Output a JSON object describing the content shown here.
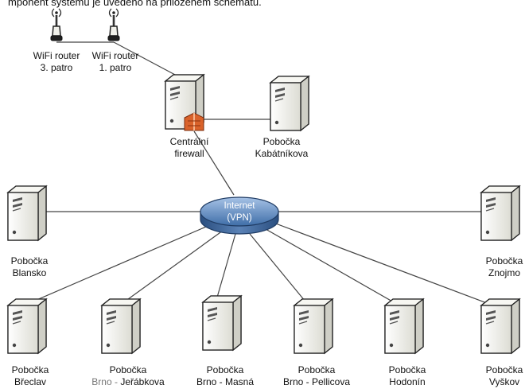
{
  "caption": "mponent systému je uvedeno na přiloženém schématu.",
  "nodes": {
    "wifi_router_3": {
      "line1": "WiFi router",
      "line2": "3. patro"
    },
    "wifi_router_1": {
      "line1": "WiFi router",
      "line2": "1. patro"
    },
    "central_firewall": {
      "line1": "Centrální",
      "line2": "firewall"
    },
    "kabatnikova": {
      "line1": "Pobočka",
      "line2": "Kabátníkova"
    },
    "internet": {
      "line1": "Internet",
      "line2": "(VPN)"
    },
    "blansko": {
      "line1": "Pobočka",
      "line2": "Blansko"
    },
    "znojmo": {
      "line1": "Pobočka",
      "line2": "Znojmo"
    },
    "breclav": {
      "line1": "Pobočka",
      "line2": "Břeclav"
    },
    "jerabkova": {
      "line1": "Pobočka",
      "line2_prefix": "Brno - ",
      "line2": "Jeřábkova"
    },
    "masna": {
      "line1": "Pobočka",
      "line2": "Brno - Masná"
    },
    "pellicova": {
      "line1": "Pobočka",
      "line2": "Brno - Pellicova"
    },
    "hodonin": {
      "line1": "Pobočka",
      "line2": "Hodonín"
    },
    "vyskov": {
      "line1": "Pobočka",
      "line2": "Vyškov"
    }
  },
  "colors": {
    "server_light": "#f4f4ee",
    "server_dark": "#c6c6bd",
    "outline": "#222222",
    "internet_fill": "#5e86b8",
    "internet_top": "#6f97c8",
    "firewall": "#d9622a",
    "line": "#444444"
  }
}
